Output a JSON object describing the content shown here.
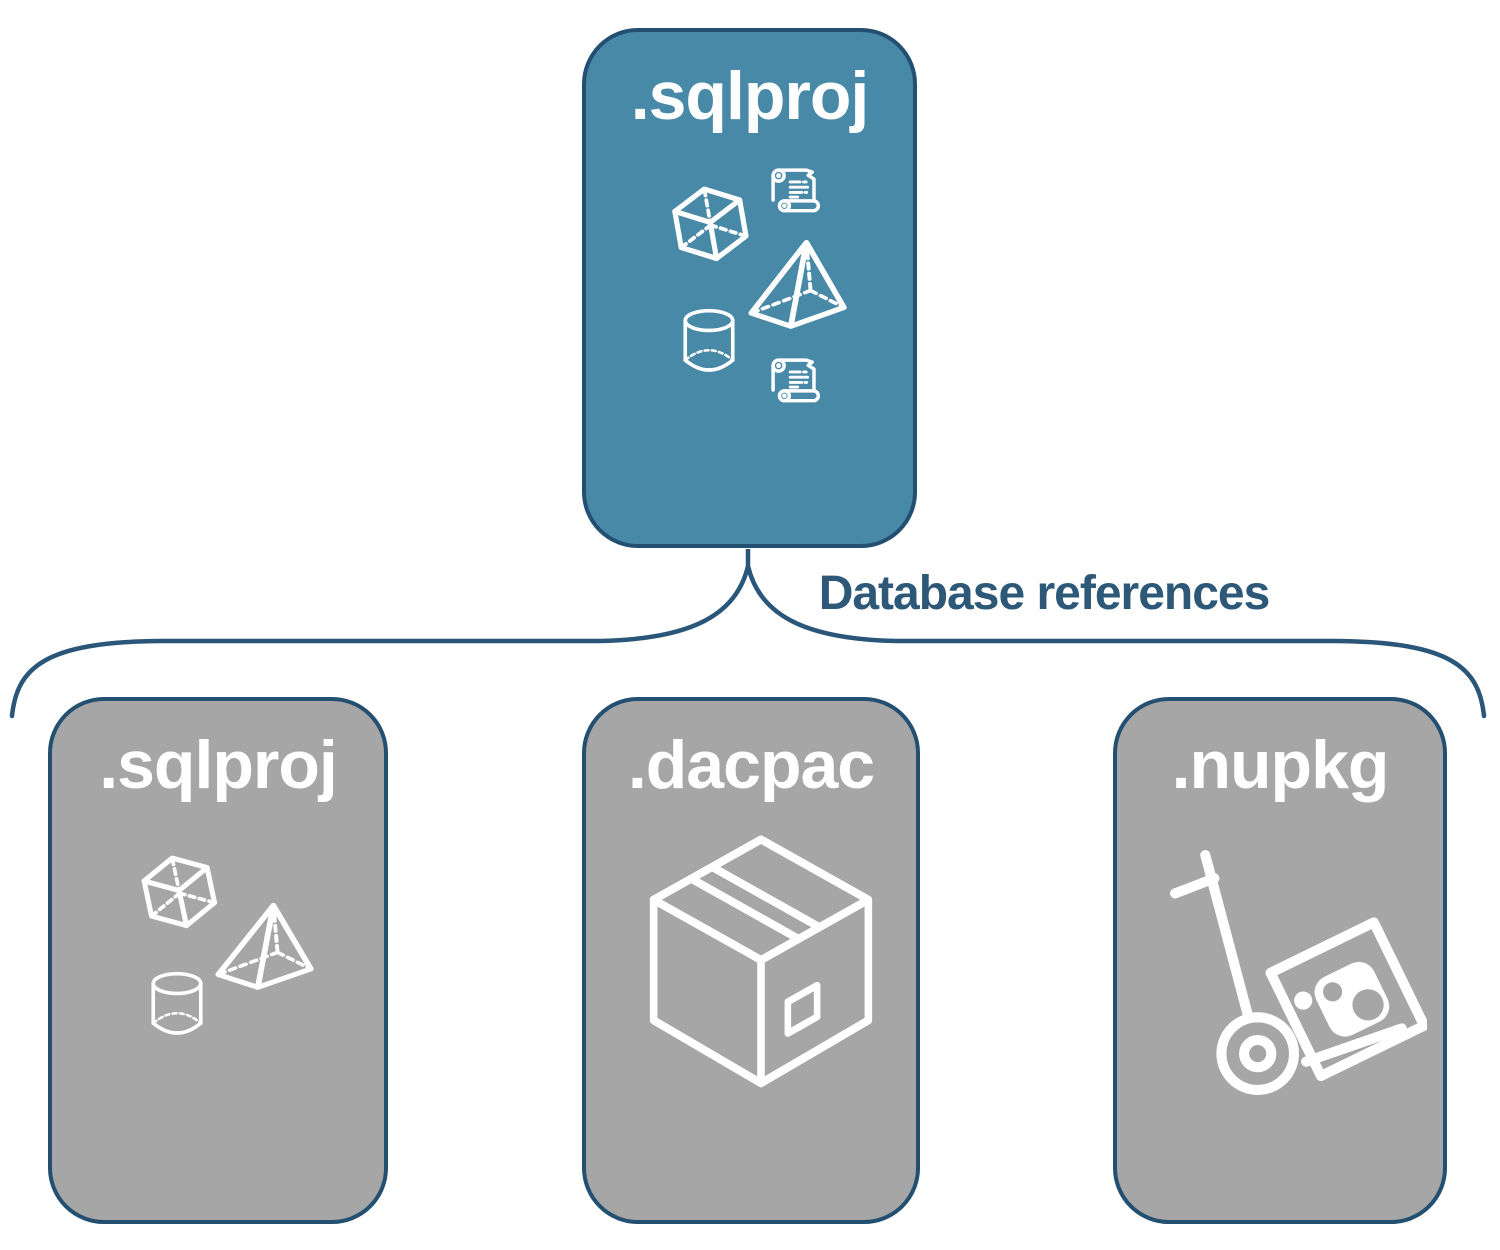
{
  "theme": {
    "blue": "#4889a8",
    "gray": "#a6a6a6",
    "border": "#234f70",
    "line": "#2a567a",
    "text": "#2d5878",
    "icon": "#ffffff",
    "bg": "#ffffff"
  },
  "connector": {
    "label": "Database references"
  },
  "cards": {
    "main": {
      "label": ".sqlproj",
      "icons": [
        "cube-3d",
        "scroll-script",
        "pyramid-3d",
        "cylinder-database",
        "scroll-script"
      ]
    },
    "children": [
      {
        "label": ".sqlproj",
        "icons": [
          "cube-3d",
          "pyramid-3d",
          "cylinder-database"
        ]
      },
      {
        "label": ".dacpac",
        "icons": [
          "package-box"
        ]
      },
      {
        "label": ".nupkg",
        "icons": [
          "nuget-handtruck"
        ]
      }
    ]
  }
}
